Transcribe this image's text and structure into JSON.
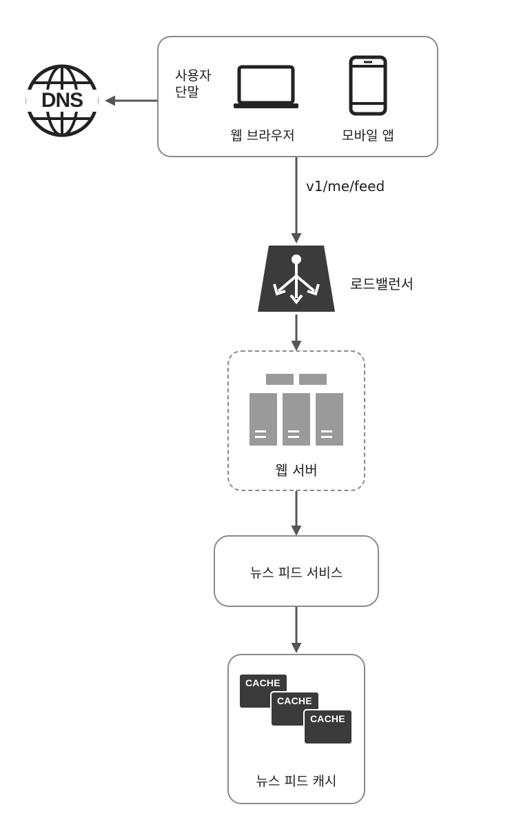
{
  "client": {
    "title": "사용자\n단말",
    "browser_label": "웹 브라우저",
    "mobile_label": "모바일 앱"
  },
  "dns": {
    "label": "DNS"
  },
  "request": {
    "path": "v1/me/feed"
  },
  "load_balancer": {
    "label": "로드밸런서"
  },
  "web_server": {
    "label": "웹 서버"
  },
  "feed_service": {
    "label": "뉴스 피드 서비스"
  },
  "feed_cache": {
    "label": "뉴스 피드 캐시",
    "cards": [
      "CACHE",
      "CACHE",
      "CACHE"
    ]
  }
}
